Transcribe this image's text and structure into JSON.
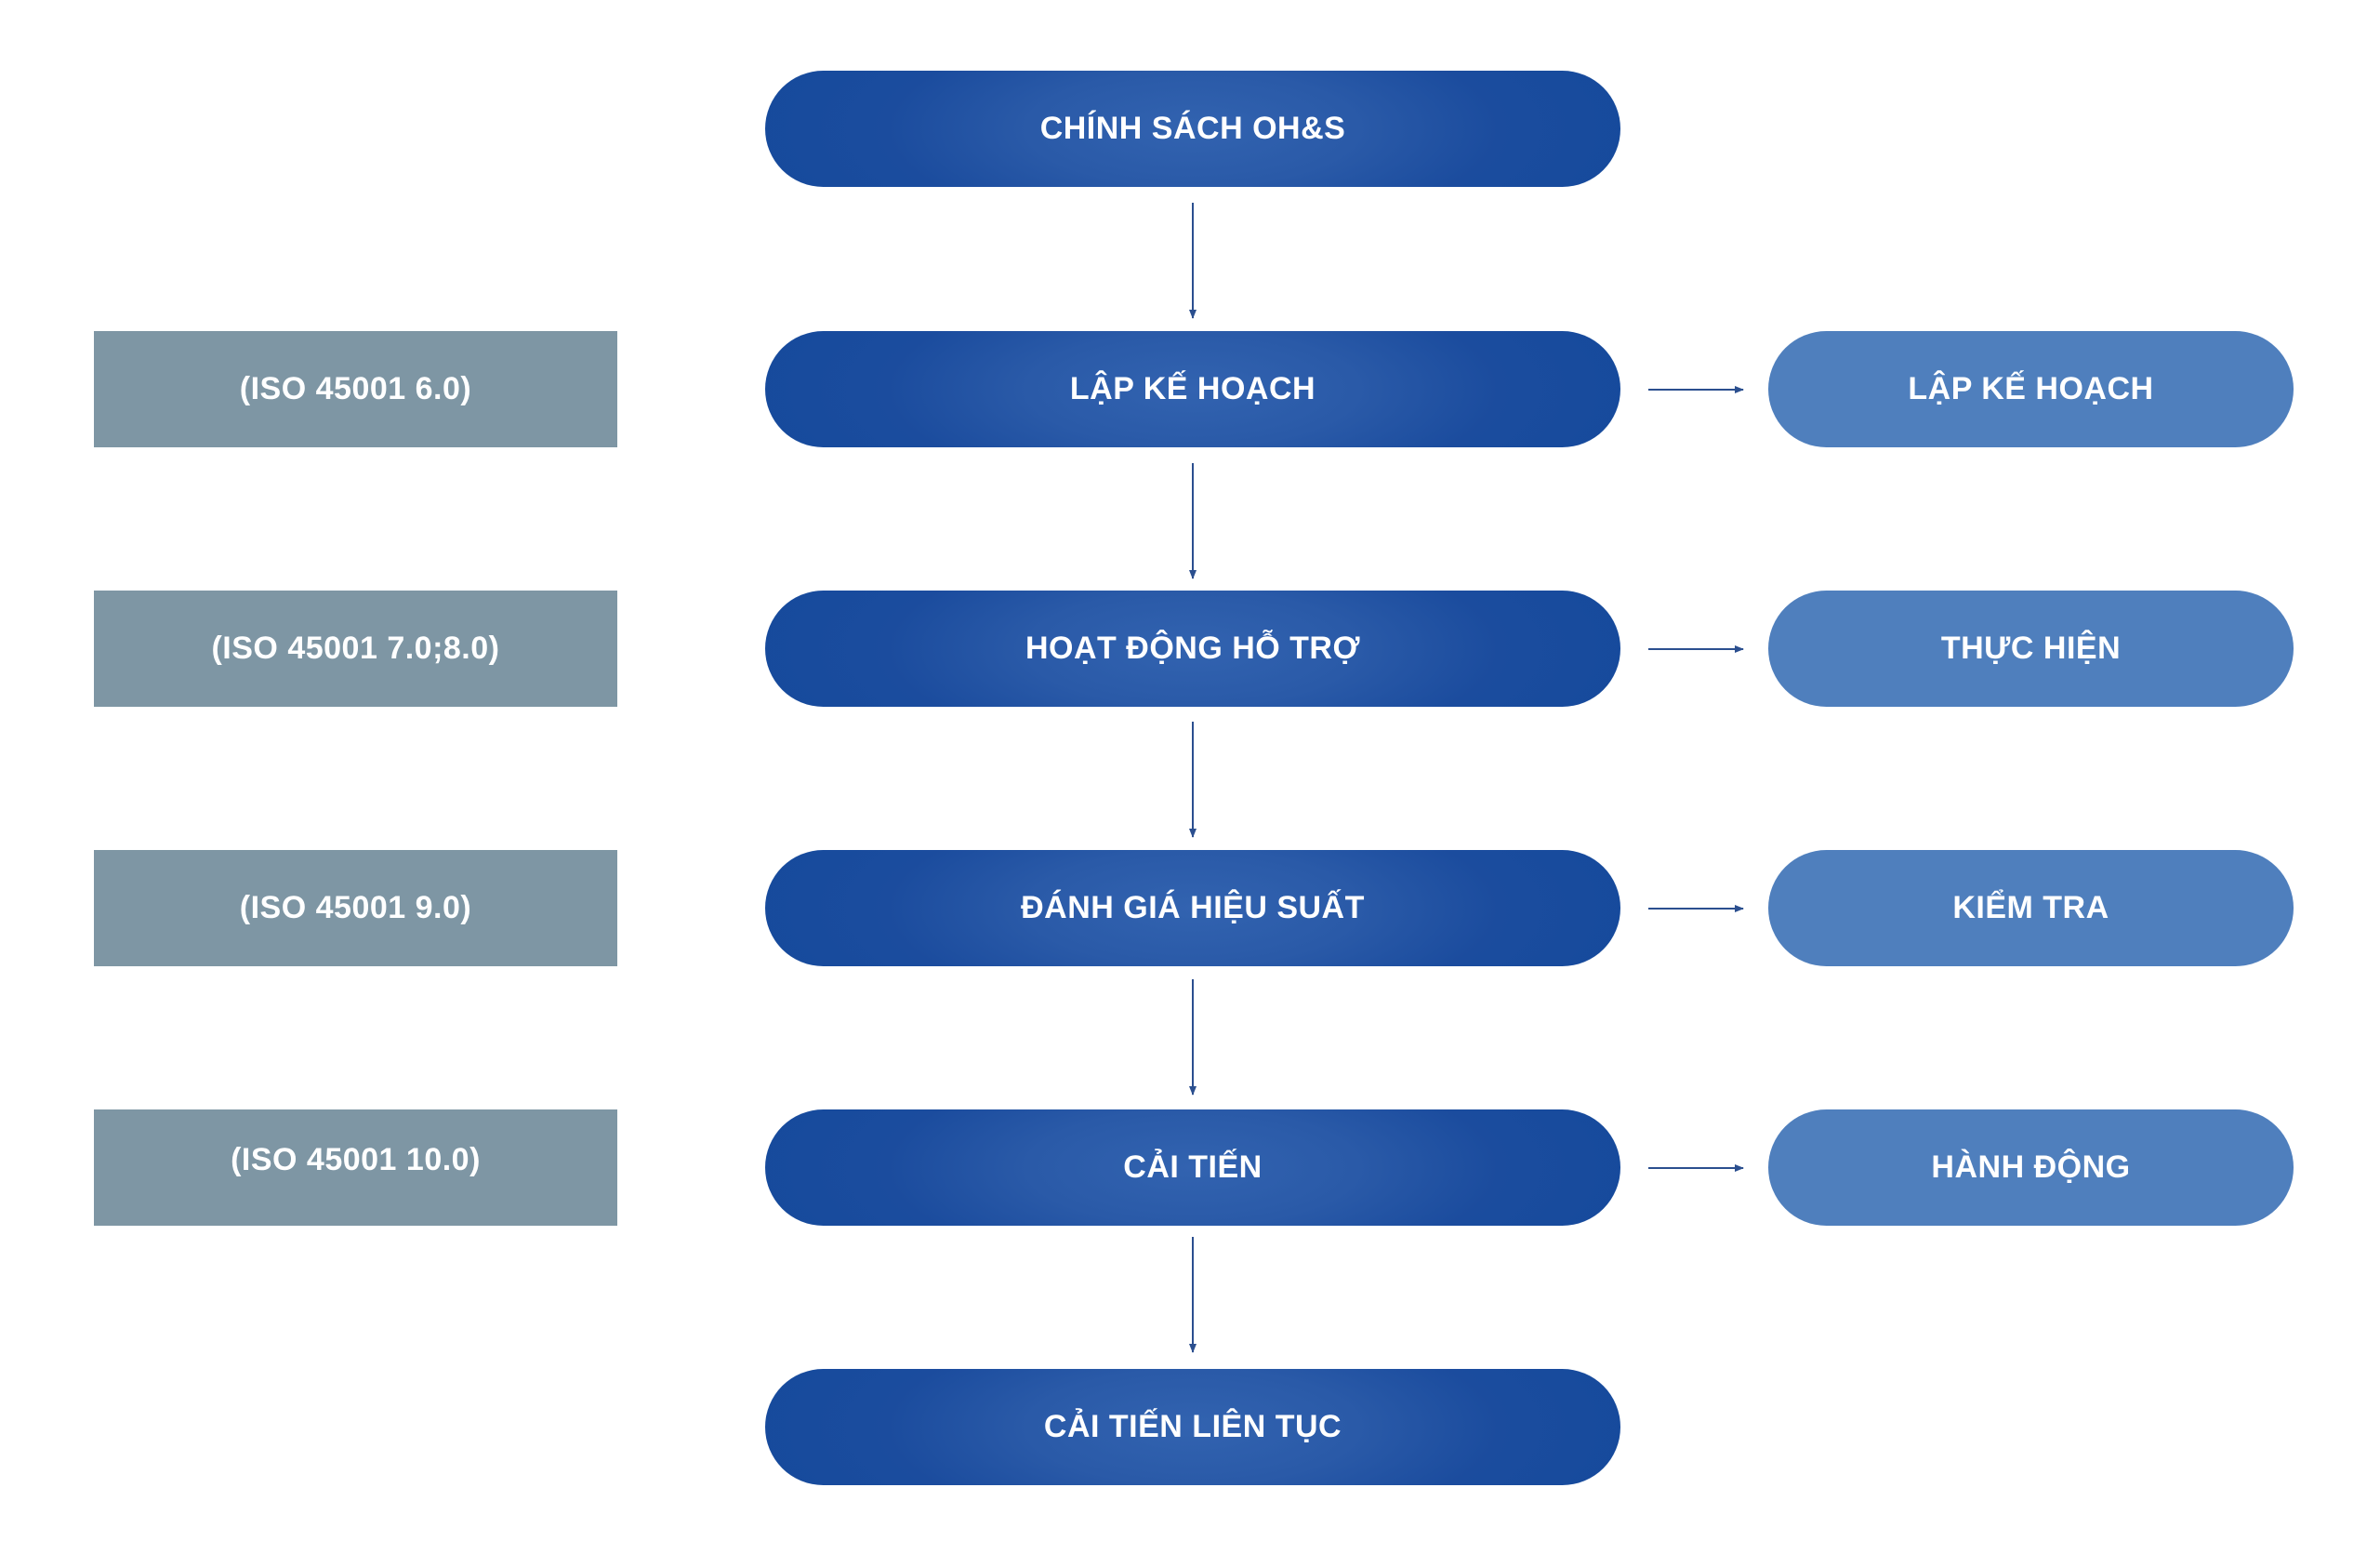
{
  "diagram": {
    "center_nodes": [
      {
        "id": "policy",
        "label": "CHÍNH SÁCH OH&S"
      },
      {
        "id": "planning",
        "label": "LẬP KẾ HOẠCH"
      },
      {
        "id": "support",
        "label": "HOẠT ĐỘNG HỖ TRỢ"
      },
      {
        "id": "evaluation",
        "label": "ĐÁNH GIÁ HIỆU SUẤT"
      },
      {
        "id": "improvement",
        "label": "CẢI TIẾN"
      },
      {
        "id": "continual",
        "label": "CẢI TIẾN LIÊN TỤC"
      }
    ],
    "iso_refs": [
      {
        "label": "(ISO 45001 6.0)"
      },
      {
        "label": "(ISO 45001 7.0;8.0)"
      },
      {
        "label": "(ISO 45001 9.0)"
      },
      {
        "label": "(ISO 45001 10.0)"
      }
    ],
    "pdca": [
      {
        "label": "LẬP KẾ HOẠCH"
      },
      {
        "label": "THỰC HIỆN"
      },
      {
        "label": "KIỂM TRA"
      },
      {
        "label": "HÀNH ĐỘNG"
      }
    ],
    "colors": {
      "center": "#154a9c",
      "right": "#4f7fbd",
      "left": "#7e96a4",
      "connector": "#2b4f8f",
      "text": "#ffffff"
    }
  }
}
